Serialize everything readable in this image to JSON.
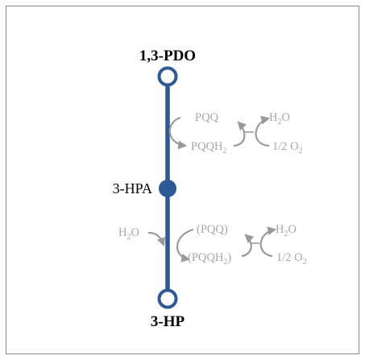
{
  "diagram": {
    "top_node": "1,3-PDO",
    "middle_node": "3-HPA",
    "bottom_node": "3-HP",
    "step1": {
      "cofactor_oxidized": "PQQ",
      "cofactor_reduced_main": "PQQH",
      "cofactor_reduced_sub": "2",
      "water_main": "H",
      "water_sub": "2",
      "water_tail": "O",
      "oxygen_main": "1/2 O",
      "oxygen_sub": "2"
    },
    "step2": {
      "water_in_main": "H",
      "water_in_sub": "2",
      "water_in_tail": "O",
      "cofactor_oxidized": "(PQQ)",
      "cofactor_reduced_main": "(PQQH",
      "cofactor_reduced_sub": "2",
      "cofactor_reduced_tail": ")",
      "water_main": "H",
      "water_sub": "2",
      "water_tail": "O",
      "oxygen_main": "1/2 O",
      "oxygen_sub": "2"
    },
    "colors": {
      "pathway": "#2d5a96",
      "reaction": "#a6a6a6",
      "border": "#8a8a8a"
    }
  }
}
